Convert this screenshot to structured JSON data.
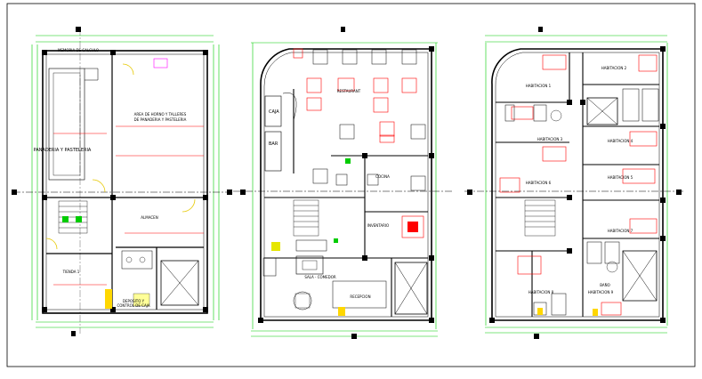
{
  "plans": {
    "plan1": {
      "title": "MEMORIA DE CALCULO",
      "rooms": {
        "panaderia": "PANADERIA Y PASTELERIA",
        "area_talleres_1": "AREA DE HORNO Y TALLERES",
        "area_talleres_2": "DE PANADERIA Y PASTELERIA",
        "almacen": "ALMACEN",
        "tienda": "TIENDA 1",
        "deposito_1": "DEPOSITO Y",
        "deposito_2": "CONTROL DE CAJA"
      }
    },
    "plan2": {
      "rooms": {
        "restaurant": "RESTAURANT",
        "caja": "CAJA",
        "bar": "BAR",
        "cocina": "COCINA",
        "inventario": "INVENTARIO",
        "sala": "SALA - COMEDOR",
        "recepcion": "RECEPCION"
      }
    },
    "plan3": {
      "rooms": {
        "hab1": "HABITACION 1",
        "hab2": "HABITACION 2",
        "hab3": "HABITACION 3",
        "hab4": "HABITACION 4",
        "hab5": "HABITACION 5",
        "hab6": "HABITACION 6",
        "hab7": "HABITACION 7",
        "hab8": "HABITACION 8",
        "hab9": "HABITACION 9",
        "bano": "BAÑO"
      }
    }
  },
  "colors": {
    "wall": "#000000",
    "dimension": "#00cc00",
    "red": "#ff0000",
    "magenta": "#ff00ff",
    "yellow": "#ffff00",
    "blue": "#0000ff"
  }
}
